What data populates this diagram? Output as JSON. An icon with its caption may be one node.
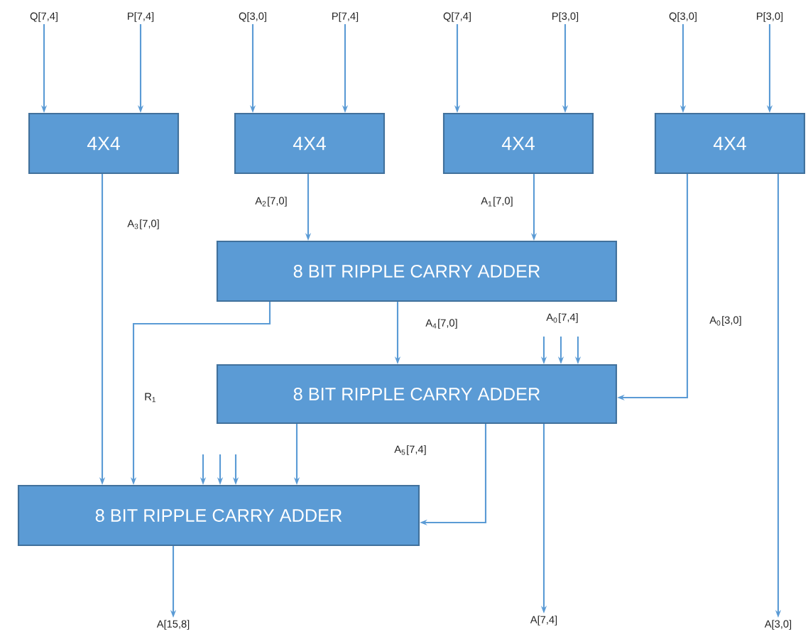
{
  "diagram": {
    "nodes": [
      {
        "text": [
          "Q[7,4]"
        ]
      },
      {
        "text": [
          "P[7,4]"
        ]
      },
      {
        "text": [
          "Q[3,0]"
        ]
      },
      {
        "text": [
          "P[7,4]"
        ]
      },
      {
        "text": [
          "Q[7,4]"
        ]
      },
      {
        "text": [
          "P[3,0]"
        ]
      },
      {
        "text": [
          "Q[3,0]"
        ]
      },
      {
        "text": [
          "P[3,0]"
        ]
      },
      {
        "text": [
          "4X4"
        ]
      },
      {
        "text": [
          "4X4"
        ]
      },
      {
        "text": [
          "4X4"
        ]
      },
      {
        "text": [
          "4X4"
        ]
      },
      {
        "text": [
          "8 BIT RIPPLE CARRY ADDER"
        ]
      },
      {
        "text": [
          "8 BIT RIPPLE CARRY ADDER"
        ]
      },
      {
        "text": [
          "8 BIT RIPPLE CARRY ADDER"
        ]
      },
      {
        "text": [
          "A[15,8]"
        ]
      },
      {
        "text": [
          "A[7,4]"
        ]
      },
      {
        "text": [
          "A[3,0]"
        ]
      }
    ],
    "edges": [
      {
        "from": 0,
        "to": 8,
        "arrow": "to"
      },
      {
        "from": 1,
        "to": 8,
        "arrow": "to"
      },
      {
        "from": 2,
        "to": 9,
        "arrow": "to"
      },
      {
        "from": 3,
        "to": 9,
        "arrow": "to"
      },
      {
        "from": 4,
        "to": 10,
        "arrow": "to"
      },
      {
        "from": 5,
        "to": 10,
        "arrow": "to"
      },
      {
        "from": 6,
        "to": 11,
        "arrow": "to"
      },
      {
        "from": 7,
        "to": 11,
        "arrow": "to"
      },
      {
        "from": 8,
        "to": 14,
        "arrow": "to"
      },
      {
        "from": 9,
        "to": 12,
        "arrow": "to"
      },
      {
        "from": 10,
        "to": 12,
        "arrow": "to"
      },
      {
        "from": 11,
        "to": 13,
        "arrow": "to"
      },
      {
        "from": 11,
        "to": 17,
        "arrow": "to"
      },
      {
        "from": 12,
        "to": 13,
        "arrow": "to"
      },
      {
        "from": 12,
        "to": 14,
        "arrow": "to"
      },
      {
        "from": 13,
        "to": 14,
        "arrow": "to"
      },
      {
        "from": 13,
        "to": 16,
        "arrow": "to"
      },
      {
        "from": 13,
        "to": 14,
        "arrow": "to"
      },
      {
        "from": 14,
        "to": 15,
        "arrow": "to"
      },
      {
        "from": null,
        "to": 13,
        "arrow": "to"
      },
      {
        "from": null,
        "to": 13,
        "arrow": "to"
      },
      {
        "from": null,
        "to": 13,
        "arrow": "to"
      },
      {
        "from": null,
        "to": 14,
        "arrow": "to"
      },
      {
        "from": null,
        "to": 14,
        "arrow": "to"
      },
      {
        "from": null,
        "to": 14,
        "arrow": "to"
      }
    ],
    "labels": [
      "A$_{2}$[7,0]",
      "A$_{1}$[7,0]",
      "A$_{3}$[7,0]",
      "A$_{4}$[7,0]",
      "A$_{0}$[7,4]",
      "A$_{0}$[3,0]",
      "R$_{1}$",
      "A$_{5}$[7,4]"
    ]
  }
}
